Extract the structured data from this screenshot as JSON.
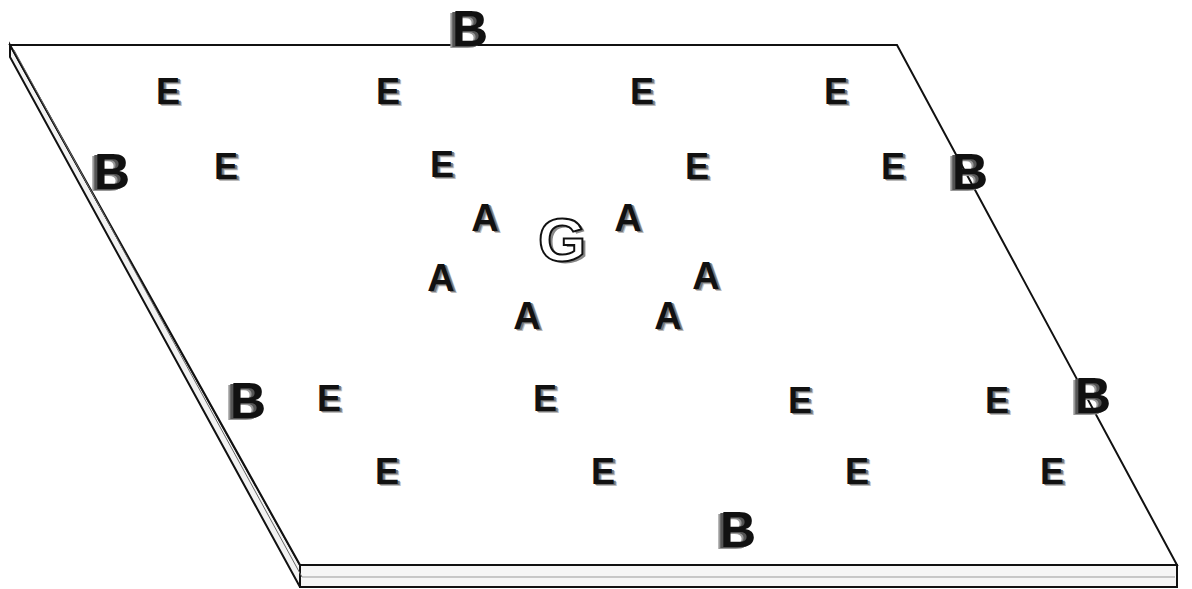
{
  "diagram": {
    "labels": [
      "B",
      "E",
      "E",
      "E",
      "E",
      "B",
      "E",
      "E",
      "E",
      "E",
      "B",
      "A",
      "G",
      "A",
      "A",
      "A",
      "A",
      "A",
      "B",
      "E",
      "E",
      "E",
      "E",
      "B",
      "E",
      "E",
      "E",
      "E",
      "B"
    ]
  }
}
